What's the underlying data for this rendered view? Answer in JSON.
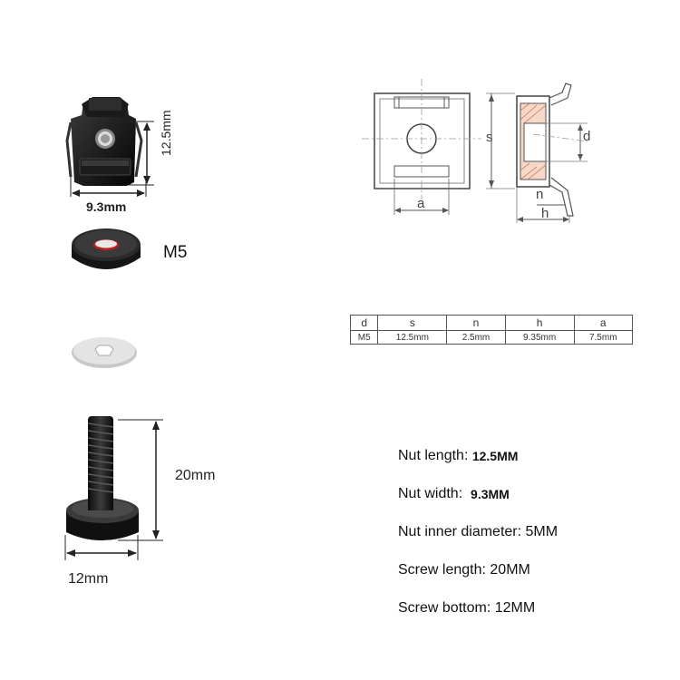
{
  "product": {
    "nut": {
      "height_label": "12.5mm",
      "width_label": "9.3mm"
    },
    "washer": {
      "size_label": "M5"
    },
    "screw": {
      "length_label": "20mm",
      "head_label": "12mm"
    }
  },
  "drawing": {
    "front_labels": {
      "s": "s",
      "a": "a"
    },
    "side_labels": {
      "d": "d",
      "n": "n",
      "h": "h"
    }
  },
  "spec_table": {
    "headers": [
      "d",
      "s",
      "n",
      "h",
      "a"
    ],
    "row": [
      "M5",
      "12.5mm",
      "2.5mm",
      "9.35mm",
      "7.5mm"
    ]
  },
  "specs": [
    {
      "label": "Nut length: ",
      "value": "12.5MM",
      "bold": true
    },
    {
      "label": "Nut width:  ",
      "value": "9.3MM",
      "bold": true
    },
    {
      "label": "Nut inner diameter: ",
      "value": "5MM",
      "bold": false
    },
    {
      "label": "Screw length: ",
      "value": "20MM",
      "bold": false
    },
    {
      "label": "Screw bottom: ",
      "value": "12MM",
      "bold": false
    }
  ]
}
